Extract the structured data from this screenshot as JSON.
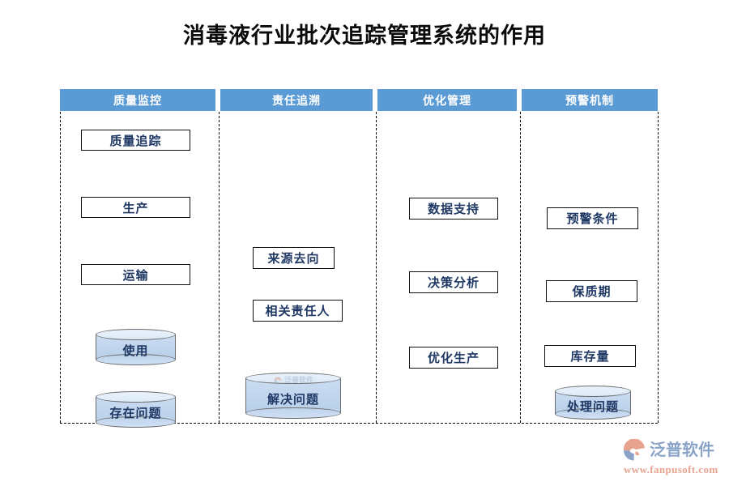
{
  "page": {
    "title": "消毒液行业批次追踪管理系统的作用"
  },
  "diagram": {
    "type": "swimlane",
    "columns": [
      {
        "header": "质量监控",
        "nodes": [
          {
            "label": "质量追踪",
            "shape": "rect"
          },
          {
            "label": "生产",
            "shape": "rect"
          },
          {
            "label": "运输",
            "shape": "rect"
          },
          {
            "label": "使用",
            "shape": "cylinder"
          },
          {
            "label": "存在问题",
            "shape": "cylinder"
          }
        ]
      },
      {
        "header": "责任追溯",
        "nodes": [
          {
            "label": "来源去向",
            "shape": "rect"
          },
          {
            "label": "相关责任人",
            "shape": "rect"
          },
          {
            "label": "解决问题",
            "shape": "cylinder"
          }
        ]
      },
      {
        "header": "优化管理",
        "nodes": [
          {
            "label": "数据支持",
            "shape": "rect"
          },
          {
            "label": "决策分析",
            "shape": "rect"
          },
          {
            "label": "优化生产",
            "shape": "rect"
          }
        ]
      },
      {
        "header": "预警机制",
        "nodes": [
          {
            "label": "预警条件",
            "shape": "rect"
          },
          {
            "label": "保质期",
            "shape": "rect"
          },
          {
            "label": "库存量",
            "shape": "rect"
          },
          {
            "label": "处理问题",
            "shape": "cylinder"
          }
        ]
      }
    ]
  },
  "watermark": {
    "text": "泛普软件"
  },
  "brand": {
    "name": "泛普软件",
    "url": "www.fanpusoft.com"
  },
  "colors": {
    "header_band": "#5b9bd5",
    "node_text": "#1f3864",
    "node_border": "#0d0d0d",
    "cylinder_fill": "#c2d6ee",
    "cylinder_border": "#6d6d6d",
    "title_text": "#0a0a0a",
    "brand_name": "#8aa4c8",
    "brand_url": "#e8a38f"
  }
}
